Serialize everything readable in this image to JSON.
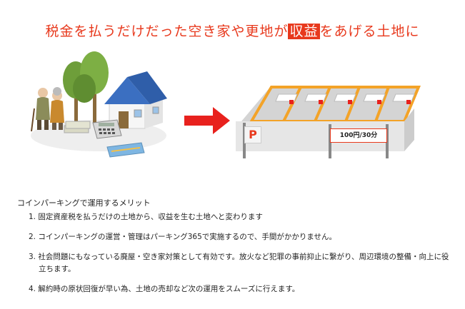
{
  "headline": {
    "before": "税金を払うだけだった空き家や更地が",
    "highlight": "収益",
    "after": "をあげる土地に"
  },
  "lot": {
    "parking_sign": "P",
    "price_sign": "100円/30分"
  },
  "merits": {
    "title": "コインパーキングで運用するメリット",
    "items": [
      "1. 固定資産税を払うだけの土地から、収益を生む土地へと変わります",
      "2. コインパーキングの運営・管理はパーキング365で実施するので、手間がかかりません。",
      "3. 社会問題にもなっている廃屋・空き家対策として有効です。放火など犯罪の事前抑止に繋がり、周辺環境の整備・向上に役立ちます。",
      "4. 解約時の原状回復が早い為、土地の売却など次の運用をスムーズに行えます。"
    ]
  },
  "colors": {
    "accent_red": "#e8391d",
    "lot_orange": "#f3a328",
    "house_blue": "#3b6fc1"
  }
}
